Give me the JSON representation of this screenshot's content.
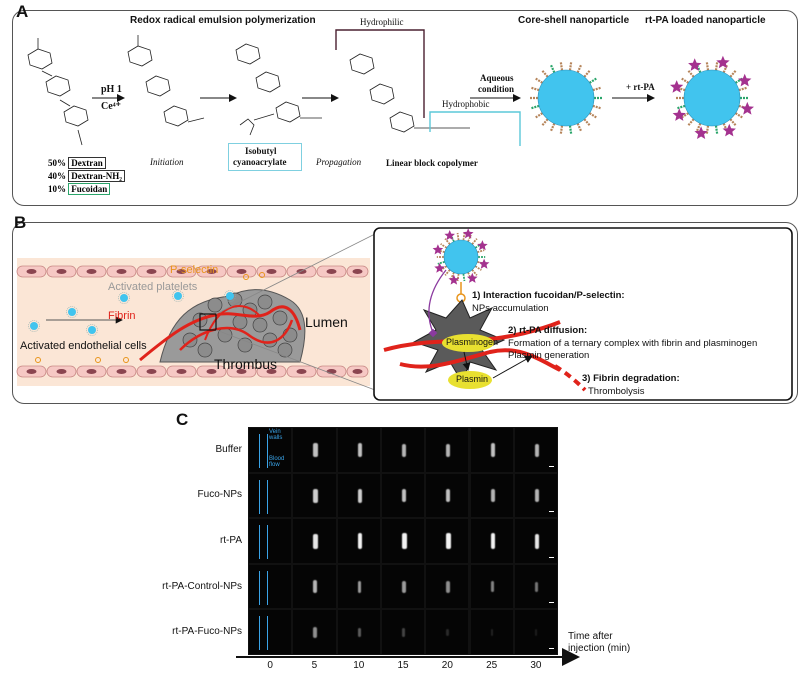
{
  "panelA": {
    "letter": "A",
    "title_polymerization": "Redox radical emulsion polymerization",
    "title_coreshell": "Core-shell nanoparticle",
    "title_loaded": "rt-PA loaded nanoparticle",
    "label_hydrophilic": "Hydrophilic",
    "label_hydrophobic": "Hydrophobic",
    "reagent_ph": "pH 1",
    "reagent_ce": "Ce⁴⁺",
    "label_initiation": "Initiation",
    "label_monomer_1": "Isobutyl",
    "label_monomer_2": "cyanoacrylate",
    "label_propagation": "Propagation",
    "label_copolymer": "Linear block copolymer",
    "label_aqueous_1": "Aqueous",
    "label_aqueous_2": "condition",
    "label_add_rtpa": "+ rt-PA",
    "composition": [
      {
        "pct": "50%",
        "name": "Dextran",
        "color": "#333333"
      },
      {
        "pct": "40%",
        "name": "Dextran-NH₂",
        "color": "#333333"
      },
      {
        "pct": "10%",
        "name": "Fucoidan",
        "color": "#2aa56a"
      }
    ],
    "nanoparticle_color": "#41c4ee",
    "rtpa_color": "#a4328f",
    "monomer_box_color": "#7fd0e0",
    "hydrophilic_bracket_color": "#4a2030",
    "hydrophobic_bracket_color": "#5bc8d8"
  },
  "panelB": {
    "letter": "B",
    "label_pselectin": "P-selectin",
    "label_activated_platelets": "Activated platelets",
    "label_fibrin": "Fibrin",
    "label_endothelial": "Activated endothelial cells",
    "label_thrombus": "Thrombus",
    "label_lumen": "Lumen",
    "label_plasminogen": "Plasminogen",
    "label_plasmin": "Plasmin",
    "steps": [
      {
        "title": "1) Interaction fucoidan/P-selectin:",
        "desc": [
          "NPs accumulation"
        ]
      },
      {
        "title": "2) rt-PA diffusion:",
        "desc": [
          "Formation of a ternary complex with fibrin and plasminogen",
          "Plasmin generation"
        ]
      },
      {
        "title": "3) Fibrin degradation:",
        "desc": [
          "Thrombolysis"
        ]
      }
    ],
    "fibrin_color": "#e0231b",
    "pselectin_color": "#e8941a",
    "plasminogen_color": "#e8e030",
    "cell_color": "#f6c8c4",
    "nucleus_color": "#8a4550",
    "vessel_bg": "#f6dbc2"
  },
  "panelC": {
    "letter": "C",
    "rows": [
      "Buffer",
      "Fuco-NPs",
      "rt-PA",
      "rt-PA-Control-NPs",
      "rt-PA-Fuco-NPs"
    ],
    "times": [
      "0",
      "5",
      "10",
      "15",
      "20",
      "25",
      "30"
    ],
    "axis_label_1": "Time after",
    "axis_label_2": "injection (min)",
    "inset_vein_1": "Vein",
    "inset_vein_2": "walls",
    "inset_blood_1": "Blood",
    "inset_blood_2": "flow",
    "clot_brightness": [
      [
        0.0,
        0.75,
        0.75,
        0.7,
        0.7,
        0.75,
        0.7
      ],
      [
        0.0,
        0.8,
        0.8,
        0.75,
        0.75,
        0.7,
        0.7
      ],
      [
        0.0,
        0.9,
        0.95,
        0.95,
        0.95,
        0.95,
        0.9
      ],
      [
        0.0,
        0.7,
        0.6,
        0.6,
        0.55,
        0.5,
        0.45
      ],
      [
        0.0,
        0.55,
        0.35,
        0.25,
        0.15,
        0.12,
        0.1
      ]
    ]
  }
}
